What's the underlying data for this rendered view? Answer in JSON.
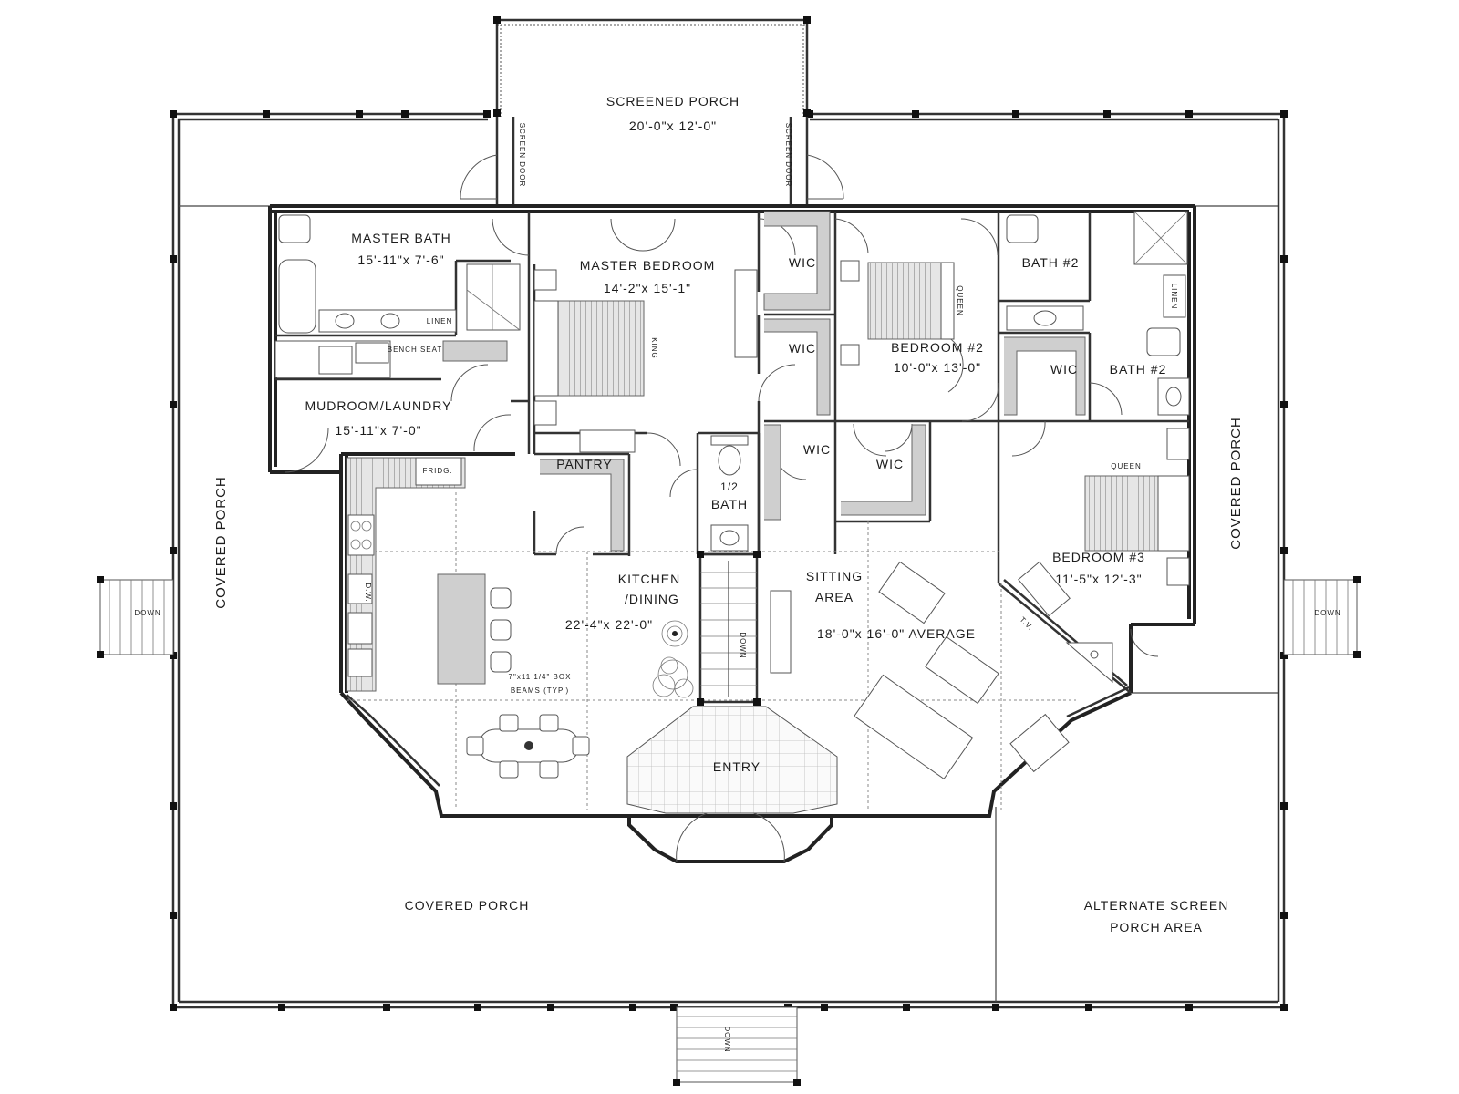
{
  "rooms": {
    "screened_porch": {
      "name": "SCREENED PORCH",
      "dims": "20'-0\"x 12'-0\""
    },
    "screen_door_left": "SCREEN DOOR",
    "screen_door_right": "SCREEN DOOR",
    "master_bath": {
      "name": "MASTER BATH",
      "dims": "15'-11\"x 7'-6\""
    },
    "linen_master": "LINEN",
    "bench_seat": "BENCH SEAT",
    "master_bedroom": {
      "name": "MASTER BEDROOM",
      "dims": "14'-2\"x 15'-1\""
    },
    "king_bed": "KING",
    "wic_1": "WIC",
    "wic_2": "WIC",
    "wic_3": "WIC",
    "wic_4": "WIC",
    "wic_5": "WIC",
    "bedroom_2": {
      "name": "BEDROOM #2",
      "dims": "10'-0\"x 13'-0\""
    },
    "queen_bed_2": "QUEEN",
    "bath_2_upper": "BATH #2",
    "bath_2_lower": "BATH #2",
    "linen_bath": "LINEN",
    "mudroom": {
      "name": "MUDROOM/LAUNDRY",
      "dims": "15'-11\"x 7'-0\""
    },
    "fridge": "FRIDG.",
    "dw": "D.W.",
    "pantry": "PANTRY",
    "half_bath": {
      "name": "1/2",
      "sub": "BATH"
    },
    "kitchen": {
      "name": "KITCHEN",
      "sub": "/DINING",
      "dims": "22'-4\"x 22'-0\""
    },
    "beams_note": {
      "line1": "7\"x11 1/4\" BOX",
      "line2": "BEAMS (TYP.)"
    },
    "sitting": {
      "name": "SITTING",
      "sub": "AREA",
      "dims": "18'-0\"x 16'-0\" AVERAGE"
    },
    "bedroom_3": {
      "name": "BEDROOM #3",
      "dims": "11'-5\"x 12'-3\""
    },
    "queen_bed_3": "QUEEN",
    "tv_note": "T.V.",
    "entry": "ENTRY",
    "covered_porch_left": "COVERED PORCH",
    "covered_porch_right": "COVERED PORCH",
    "covered_porch_front": "COVERED PORCH",
    "alt_screen": {
      "line1": "ALTERNATE SCREEN",
      "line2": "PORCH AREA"
    },
    "down_left": "DOWN",
    "down_right": "DOWN",
    "down_stair": "DOWN",
    "down_front": "DOWN"
  }
}
